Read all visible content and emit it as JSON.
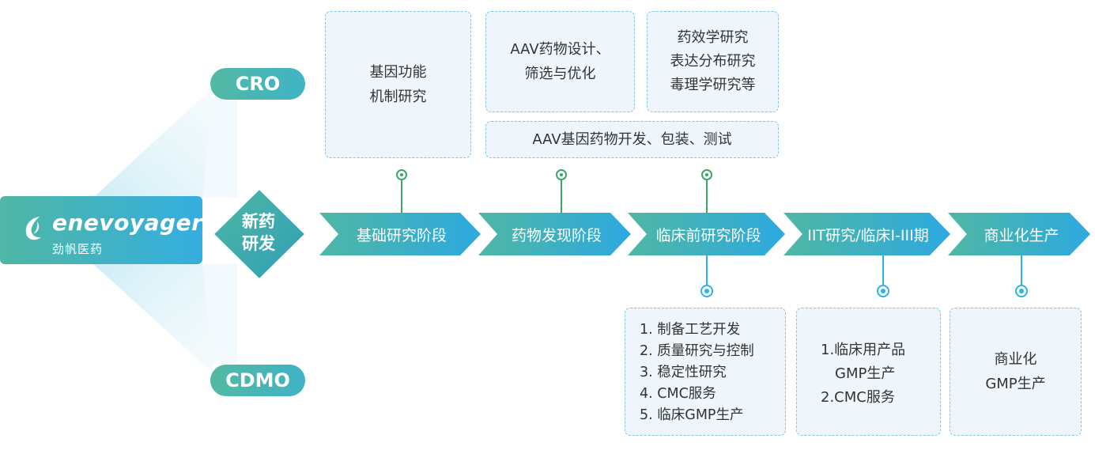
{
  "logo": {
    "name": "enevoyager",
    "cn": "劲帆医药",
    "icon": "sail-logo-icon"
  },
  "cro_label": "CRO",
  "cdmo_label": "CDMO",
  "rd_label_line1": "新药",
  "rd_label_line2": "研发",
  "stages": [
    "基础研究阶段",
    "药物发现阶段",
    "临床前研究阶段",
    "IIT研究/临床I-III期",
    "商业化生产"
  ],
  "top_boxes": {
    "basic": [
      "基因功能",
      "机制研究"
    ],
    "discovery": [
      "AAV药物设计、",
      "筛选与优化"
    ],
    "preclinical": [
      "药效学研究",
      "表达分布研究",
      "毒理学研究等"
    ],
    "aav_dev": "AAV基因药物开发、包装、测试"
  },
  "bottom_boxes": {
    "preclinical": [
      "1. 制备工艺开发",
      "2. 质量研究与控制",
      "3. 稳定性研究",
      "4. CMC服务",
      "5. 临床GMP生产"
    ],
    "clinical": [
      "1.临床用产品",
      "GMP生产",
      "2.CMC服务"
    ],
    "commercial": [
      "商业化",
      "GMP生产"
    ]
  },
  "colors": {
    "green": "#53b9a3",
    "blue": "#2fa9e0",
    "box_border": "#7fc7e6",
    "box_fill": "#eef6fb",
    "dot_green": "#3aa66a",
    "dot_blue": "#2bb4e8"
  }
}
